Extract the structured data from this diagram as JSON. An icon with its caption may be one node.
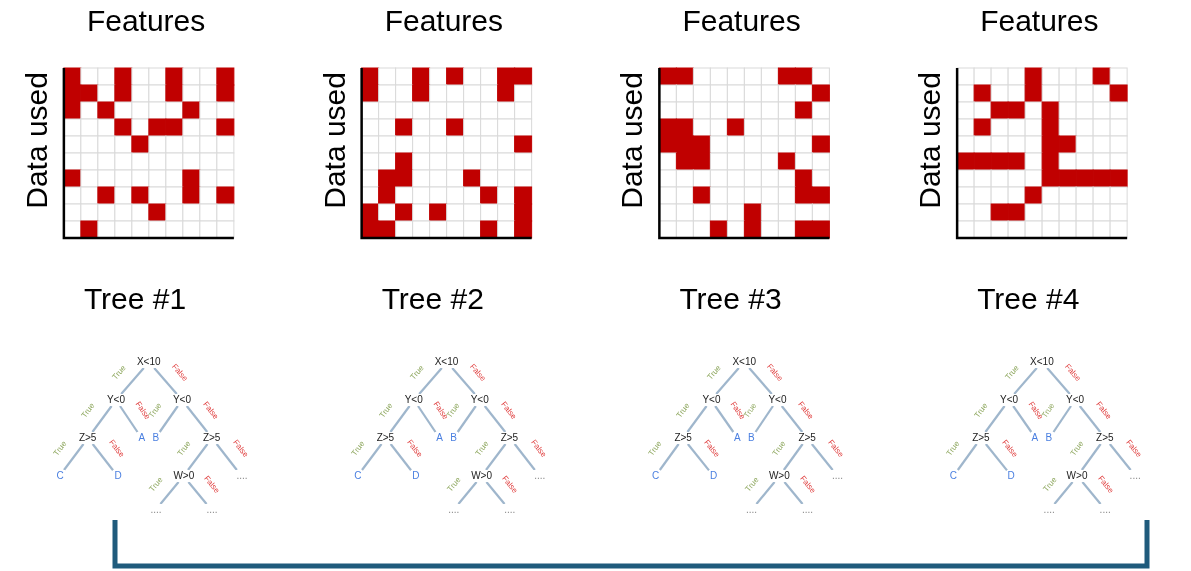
{
  "diagram": {
    "nodes": [
      {
        "text": [
          "X<10"
        ]
      },
      {
        "text": [
          "Y<0"
        ]
      },
      {
        "text": [
          "Y<0"
        ]
      },
      {
        "text": [
          "Z>5"
        ]
      },
      {
        "text": [
          "A"
        ]
      },
      {
        "text": [
          "B"
        ]
      },
      {
        "text": [
          "Z>5"
        ]
      },
      {
        "text": [
          "C"
        ]
      },
      {
        "text": [
          "D"
        ]
      },
      {
        "text": [
          "W>0"
        ]
      },
      {
        "text": [
          "...."
        ]
      },
      {
        "text": [
          "...."
        ]
      },
      {
        "text": [
          "...."
        ]
      },
      {
        "text": [
          "X<10"
        ]
      },
      {
        "text": [
          "Y<0"
        ]
      },
      {
        "text": [
          "Y<0"
        ]
      },
      {
        "text": [
          "Z>5"
        ]
      },
      {
        "text": [
          "A"
        ]
      },
      {
        "text": [
          "B"
        ]
      },
      {
        "text": [
          "Z>5"
        ]
      },
      {
        "text": [
          "C"
        ]
      },
      {
        "text": [
          "D"
        ]
      },
      {
        "text": [
          "W>0"
        ]
      },
      {
        "text": [
          "...."
        ]
      },
      {
        "text": [
          "...."
        ]
      },
      {
        "text": [
          "...."
        ]
      },
      {
        "text": [
          "X<10"
        ]
      },
      {
        "text": [
          "Y<0"
        ]
      },
      {
        "text": [
          "Y<0"
        ]
      },
      {
        "text": [
          "Z>5"
        ]
      },
      {
        "text": [
          "A"
        ]
      },
      {
        "text": [
          "B"
        ]
      },
      {
        "text": [
          "Z>5"
        ]
      },
      {
        "text": [
          "C"
        ]
      },
      {
        "text": [
          "D"
        ]
      },
      {
        "text": [
          "W>0"
        ]
      },
      {
        "text": [
          "...."
        ]
      },
      {
        "text": [
          "...."
        ]
      },
      {
        "text": [
          "...."
        ]
      },
      {
        "text": [
          "X<10"
        ]
      },
      {
        "text": [
          "Y<0"
        ]
      },
      {
        "text": [
          "Y<0"
        ]
      },
      {
        "text": [
          "Z>5"
        ]
      },
      {
        "text": [
          "A"
        ]
      },
      {
        "text": [
          "B"
        ]
      },
      {
        "text": [
          "Z>5"
        ]
      },
      {
        "text": [
          "C"
        ]
      },
      {
        "text": [
          "D"
        ]
      },
      {
        "text": [
          "W>0"
        ]
      },
      {
        "text": [
          "...."
        ]
      },
      {
        "text": [
          "...."
        ]
      },
      {
        "text": [
          "...."
        ]
      }
    ],
    "edges": [
      {
        "from": 0,
        "to": 1,
        "arrow": "none",
        "label": "True"
      },
      {
        "from": 0,
        "to": 2,
        "arrow": "none",
        "label": "False"
      },
      {
        "from": 1,
        "to": 3,
        "arrow": "none",
        "label": "True"
      },
      {
        "from": 1,
        "to": 4,
        "arrow": "none",
        "label": "False"
      },
      {
        "from": 2,
        "to": 5,
        "arrow": "none",
        "label": "True"
      },
      {
        "from": 2,
        "to": 6,
        "arrow": "none",
        "label": "False"
      },
      {
        "from": 3,
        "to": 7,
        "arrow": "none",
        "label": "True"
      },
      {
        "from": 3,
        "to": 8,
        "arrow": "none",
        "label": "False"
      },
      {
        "from": 6,
        "to": 9,
        "arrow": "none",
        "label": "True"
      },
      {
        "from": 6,
        "to": 10,
        "arrow": "none",
        "label": "False"
      },
      {
        "from": 9,
        "to": 11,
        "arrow": "none",
        "label": "True"
      },
      {
        "from": 9,
        "to": 12,
        "arrow": "none",
        "label": "False"
      },
      {
        "from": 13,
        "to": 14,
        "arrow": "none",
        "label": "True"
      },
      {
        "from": 13,
        "to": 15,
        "arrow": "none",
        "label": "False"
      },
      {
        "from": 14,
        "to": 16,
        "arrow": "none",
        "label": "True"
      },
      {
        "from": 14,
        "to": 17,
        "arrow": "none",
        "label": "False"
      },
      {
        "from": 15,
        "to": 18,
        "arrow": "none",
        "label": "True"
      },
      {
        "from": 15,
        "to": 19,
        "arrow": "none",
        "label": "False"
      },
      {
        "from": 16,
        "to": 20,
        "arrow": "none",
        "label": "True"
      },
      {
        "from": 16,
        "to": 21,
        "arrow": "none",
        "label": "False"
      },
      {
        "from": 19,
        "to": 22,
        "arrow": "none",
        "label": "True"
      },
      {
        "from": 19,
        "to": 23,
        "arrow": "none",
        "label": "False"
      },
      {
        "from": 22,
        "to": 24,
        "arrow": "none",
        "label": "True"
      },
      {
        "from": 22,
        "to": 25,
        "arrow": "none",
        "label": "False"
      },
      {
        "from": 26,
        "to": 27,
        "arrow": "none",
        "label": "True"
      },
      {
        "from": 26,
        "to": 28,
        "arrow": "none",
        "label": "False"
      },
      {
        "from": 27,
        "to": 29,
        "arrow": "none",
        "label": "True"
      },
      {
        "from": 27,
        "to": 30,
        "arrow": "none",
        "label": "False"
      },
      {
        "from": 28,
        "to": 31,
        "arrow": "none",
        "label": "True"
      },
      {
        "from": 28,
        "to": 32,
        "arrow": "none",
        "label": "False"
      },
      {
        "from": 29,
        "to": 33,
        "arrow": "none",
        "label": "True"
      },
      {
        "from": 29,
        "to": 34,
        "arrow": "none",
        "label": "False"
      },
      {
        "from": 32,
        "to": 35,
        "arrow": "none",
        "label": "True"
      },
      {
        "from": 32,
        "to": 36,
        "arrow": "none",
        "label": "False"
      },
      {
        "from": 35,
        "to": 37,
        "arrow": "none",
        "label": "True"
      },
      {
        "from": 35,
        "to": 38,
        "arrow": "none",
        "label": "False"
      },
      {
        "from": 39,
        "to": 40,
        "arrow": "none",
        "label": "True"
      },
      {
        "from": 39,
        "to": 41,
        "arrow": "none",
        "label": "False"
      },
      {
        "from": 40,
        "to": 42,
        "arrow": "none",
        "label": "True"
      },
      {
        "from": 40,
        "to": 43,
        "arrow": "none",
        "label": "False"
      },
      {
        "from": 41,
        "to": 44,
        "arrow": "none",
        "label": "True"
      },
      {
        "from": 41,
        "to": 45,
        "arrow": "none",
        "label": "False"
      },
      {
        "from": 42,
        "to": 46,
        "arrow": "none",
        "label": "True"
      },
      {
        "from": 42,
        "to": 47,
        "arrow": "none",
        "label": "False"
      },
      {
        "from": 45,
        "to": 48,
        "arrow": "none",
        "label": "True"
      },
      {
        "from": 45,
        "to": 49,
        "arrow": "none",
        "label": "False"
      },
      {
        "from": 48,
        "to": 50,
        "arrow": "none",
        "label": "True"
      },
      {
        "from": 48,
        "to": 51,
        "arrow": "none",
        "label": "False"
      }
    ],
    "labels": [
      "Features",
      "Features",
      "Features",
      "Features",
      "Data used",
      "Data used",
      "Data used",
      "Data used",
      "Tree #1",
      "Tree #2",
      "Tree #3",
      "Tree #4"
    ]
  }
}
